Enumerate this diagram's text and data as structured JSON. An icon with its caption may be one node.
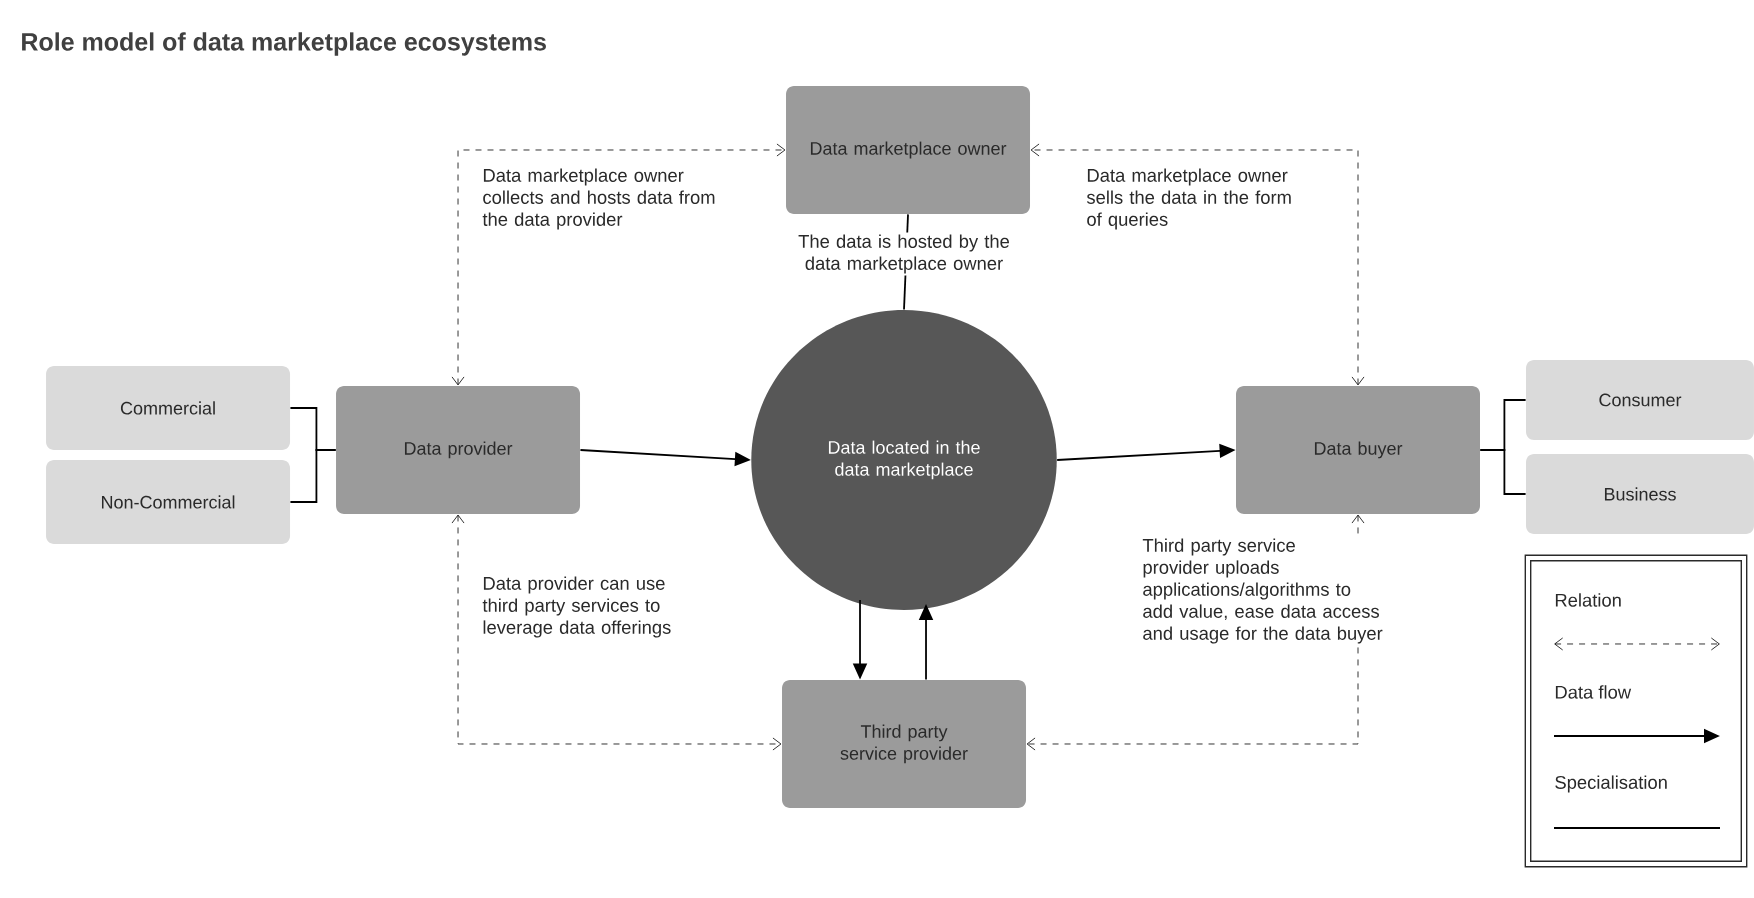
{
  "diagram": {
    "title": "Role model of data marketplace ecosystems",
    "nodes": [
      {
        "text": [
          "Data marketplace owner"
        ]
      },
      {
        "text": [
          "Commercial"
        ]
      },
      {
        "text": [
          "Non-Commercial"
        ]
      },
      {
        "text": [
          "Data provider"
        ]
      },
      {
        "text": [
          "Data located in the data marketplace"
        ]
      },
      {
        "text": [
          "Data buyer"
        ]
      },
      {
        "text": [
          "Consumer"
        ]
      },
      {
        "text": [
          "Business"
        ]
      },
      {
        "text": [
          "Third party service provider"
        ]
      }
    ],
    "edges": [
      {
        "from": 3,
        "to": 0,
        "arrow": "both",
        "style": "dashed",
        "label": "Data marketplace owner collects and hosts data from the data provider"
      },
      {
        "from": 5,
        "to": 0,
        "arrow": "both",
        "style": "dashed",
        "label": "Data marketplace owner sells the data in the form of queries"
      },
      {
        "from": 0,
        "to": 4,
        "arrow": "none",
        "label": "The data is hosted by the data marketplace owner"
      },
      {
        "from": 1,
        "to": 3,
        "arrow": "none"
      },
      {
        "from": 2,
        "to": 3,
        "arrow": "none"
      },
      {
        "from": 3,
        "to": 4,
        "arrow": "to"
      },
      {
        "from": 4,
        "to": 5,
        "arrow": "to"
      },
      {
        "from": 5,
        "to": 6,
        "arrow": "none"
      },
      {
        "from": 5,
        "to": 7,
        "arrow": "none"
      },
      {
        "from": 4,
        "to": 8,
        "arrow": "to"
      },
      {
        "from": 8,
        "to": 4,
        "arrow": "to"
      },
      {
        "from": 3,
        "to": 8,
        "arrow": "both",
        "style": "dashed",
        "label": "Data provider can use third party services to leverage data offerings"
      },
      {
        "from": 5,
        "to": 8,
        "arrow": "both",
        "style": "dashed",
        "label": "Third party service provider uploads applications/algorithms to add value, ease data access and usage for the data buyer"
      }
    ],
    "legend": [
      {
        "text": "Relation"
      },
      {
        "text": "Data flow"
      },
      {
        "text": "Specialisation"
      }
    ]
  }
}
